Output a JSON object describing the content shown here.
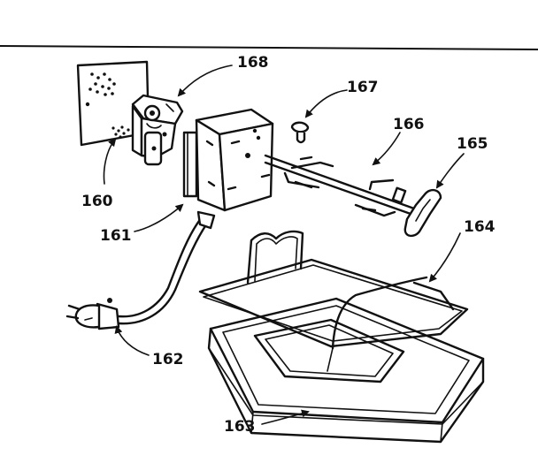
{
  "callouts": {
    "c160": "160",
    "c161": "161",
    "c162": "162",
    "c163": "163",
    "c164": "164",
    "c165": "165",
    "c166": "166",
    "c167": "167",
    "c168": "168"
  }
}
